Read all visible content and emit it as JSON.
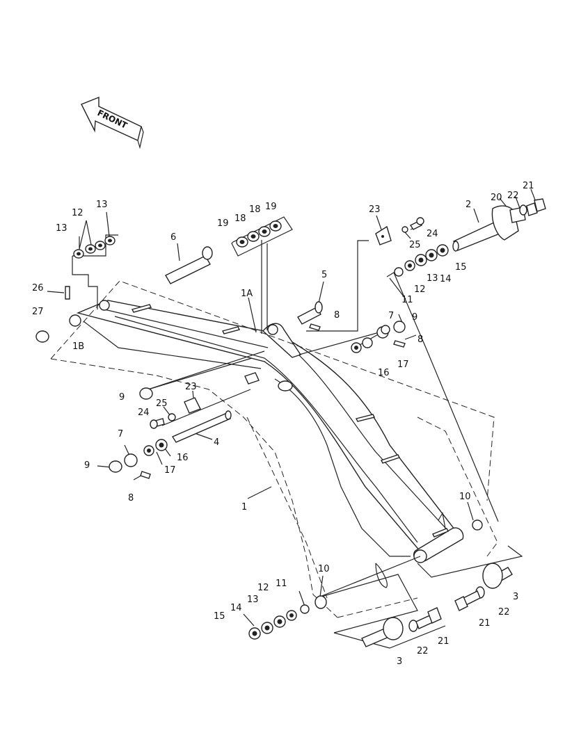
{
  "front_arrow": {
    "label": "FRONT"
  },
  "callouts": [
    {
      "id": "c13a",
      "text": "13"
    },
    {
      "id": "c12a",
      "text": "12"
    },
    {
      "id": "c13b",
      "text": "13"
    },
    {
      "id": "c26",
      "text": "26"
    },
    {
      "id": "c27",
      "text": "27"
    },
    {
      "id": "c1b",
      "text": "1B"
    },
    {
      "id": "c6",
      "text": "6"
    },
    {
      "id": "c19a",
      "text": "19"
    },
    {
      "id": "c18a",
      "text": "18"
    },
    {
      "id": "c18b",
      "text": "18"
    },
    {
      "id": "c19b",
      "text": "19"
    },
    {
      "id": "c1a",
      "text": "1A"
    },
    {
      "id": "c5",
      "text": "5"
    },
    {
      "id": "c8a",
      "text": "8"
    },
    {
      "id": "c23a",
      "text": "23"
    },
    {
      "id": "c24a",
      "text": "24"
    },
    {
      "id": "c25a",
      "text": "25"
    },
    {
      "id": "c2",
      "text": "2"
    },
    {
      "id": "c20",
      "text": "20"
    },
    {
      "id": "c22a",
      "text": "22"
    },
    {
      "id": "c21a",
      "text": "21"
    },
    {
      "id": "c15a",
      "text": "15"
    },
    {
      "id": "c14a",
      "text": "14"
    },
    {
      "id": "c13c",
      "text": "13"
    },
    {
      "id": "c12b",
      "text": "12"
    },
    {
      "id": "c11a",
      "text": "11"
    },
    {
      "id": "c7a",
      "text": "7"
    },
    {
      "id": "c9a",
      "text": "9"
    },
    {
      "id": "c8b",
      "text": "8"
    },
    {
      "id": "c17a",
      "text": "17"
    },
    {
      "id": "c16a",
      "text": "16"
    },
    {
      "id": "c9b",
      "text": "9"
    },
    {
      "id": "c23b",
      "text": "23"
    },
    {
      "id": "c25b",
      "text": "25"
    },
    {
      "id": "c24b",
      "text": "24"
    },
    {
      "id": "c4",
      "text": "4"
    },
    {
      "id": "c7b",
      "text": "7"
    },
    {
      "id": "c16b",
      "text": "16"
    },
    {
      "id": "c9c",
      "text": "9"
    },
    {
      "id": "c17b",
      "text": "17"
    },
    {
      "id": "c8c",
      "text": "8"
    },
    {
      "id": "c1",
      "text": "1"
    },
    {
      "id": "c10a",
      "text": "10"
    },
    {
      "id": "c10b",
      "text": "10"
    },
    {
      "id": "c12c",
      "text": "12"
    },
    {
      "id": "c11b",
      "text": "11"
    },
    {
      "id": "c13d",
      "text": "13"
    },
    {
      "id": "c14b",
      "text": "14"
    },
    {
      "id": "c15b",
      "text": "15"
    },
    {
      "id": "c3a",
      "text": "3"
    },
    {
      "id": "c22b",
      "text": "22"
    },
    {
      "id": "c21b",
      "text": "21"
    },
    {
      "id": "c22c",
      "text": "22"
    },
    {
      "id": "c21c",
      "text": "21"
    },
    {
      "id": "c3b",
      "text": "3"
    }
  ]
}
